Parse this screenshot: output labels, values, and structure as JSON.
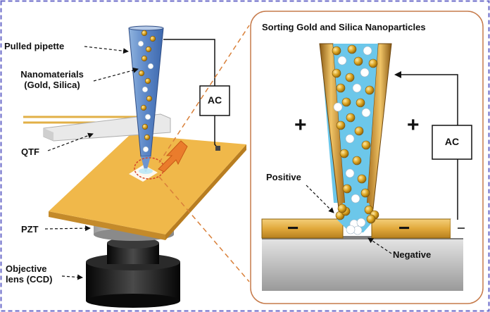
{
  "labels": {
    "pulled_pipette": "Pulled pipette",
    "nanomaterials_line1": "Nanomaterials",
    "nanomaterials_line2": "(Gold, Silica)",
    "qtf": "QTF",
    "pzt": "PZT",
    "objective_line1": "Objective",
    "objective_line2": "lens (CCD)",
    "ac_left": "AC",
    "ac_right": "AC",
    "inset_title": "Sorting Gold and Silica Nanoparticles",
    "positive": "Positive",
    "negative": "Negative",
    "plus": "+",
    "minus": "−"
  },
  "colors": {
    "gold_particle": "#d9a21e",
    "silica_particle": "#ffffff",
    "electrolyte": "#6cc7ea",
    "electrode_gold": "#e1a93c",
    "substrate": "#f0b84a",
    "frame_dashed": "#6a6ac8",
    "inset_border": "#c67a4a"
  }
}
